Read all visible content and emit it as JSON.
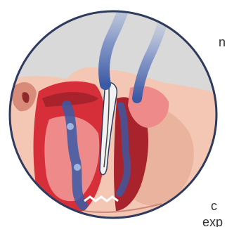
{
  "illustration": {
    "icon": "airway-cross-section-illustration",
    "colors": {
      "background_grey": "#d9d9d9",
      "skin": "#f3c7b3",
      "skin_shadow": "#e6ab95",
      "tissue_red": "#d62f3a",
      "tissue_dark_red": "#a9232c",
      "tissue_pink": "#ef8a8a",
      "airflow_blue": "#3a5aa6",
      "airflow_light": "#9fb4de",
      "outline": "#2f3b5e"
    }
  },
  "text_fragments": [
    {
      "text": "n"
    },
    {
      "text": "c"
    },
    {
      "text": "exp"
    }
  ]
}
